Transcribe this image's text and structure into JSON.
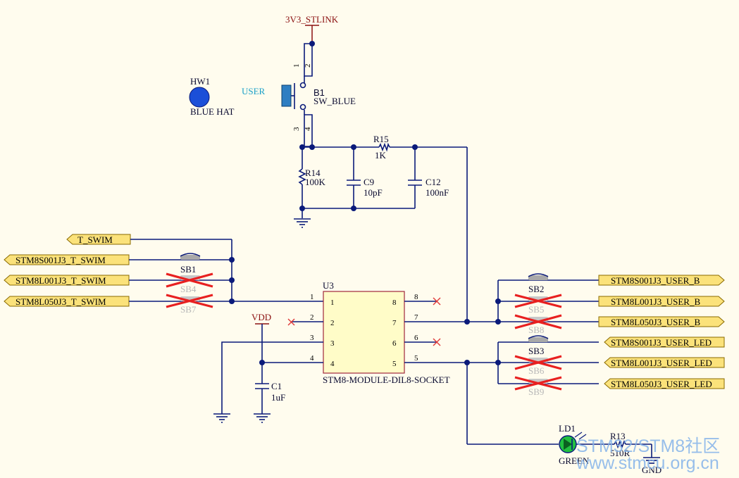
{
  "power": {
    "supply": "3V3_STLINK",
    "vdd": "VDD",
    "gnd": "GND"
  },
  "hw1": {
    "ref": "HW1",
    "value": "BLUE HAT"
  },
  "b1": {
    "ref": "B1",
    "value": "SW_BLUE",
    "label": "USER",
    "pins": [
      "1",
      "2",
      "3",
      "4"
    ]
  },
  "r15": {
    "ref": "R15",
    "value": "1K"
  },
  "r14": {
    "ref": "R14",
    "value": "100K"
  },
  "c9": {
    "ref": "C9",
    "value": "10pF"
  },
  "c12": {
    "ref": "C12",
    "value": "100nF"
  },
  "c1": {
    "ref": "C1",
    "value": "1uF"
  },
  "u3": {
    "ref": "U3",
    "value": "STM8-MODULE-DIL8-SOCKET",
    "left_pins": [
      "1",
      "2",
      "3",
      "4"
    ],
    "right_pins": [
      "8",
      "7",
      "6",
      "5"
    ]
  },
  "solder_bridges": [
    "SB1",
    "SB4",
    "SB7",
    "SB2",
    "SB5",
    "SB8",
    "SB3",
    "SB6",
    "SB9"
  ],
  "left_ports": [
    "T_SWIM",
    "STM8S001J3_T_SWIM",
    "STM8L001J3_T_SWIM",
    "STM8L050J3_T_SWIM"
  ],
  "right_ports": [
    "STM8S001J3_USER_B",
    "STM8L001J3_USER_B",
    "STM8L050J3_USER_B",
    "STM8S001J3_USER_LED",
    "STM8L001J3_USER_LED",
    "STM8L050J3_USER_LED"
  ],
  "ld1": {
    "ref": "LD1",
    "value": "GREEN"
  },
  "r13": {
    "ref": "R13",
    "value": "510R"
  },
  "watermark": {
    "line1": "STM32/STM8社区",
    "line2": "www.stmcu.org.cn"
  },
  "colors": {
    "background": "#fffcee",
    "wire": "#0a1a7a",
    "port_fill": "#fbe27a",
    "no_connect": "#e03a3a",
    "power_label": "#8b1010",
    "led": "#22c040"
  }
}
